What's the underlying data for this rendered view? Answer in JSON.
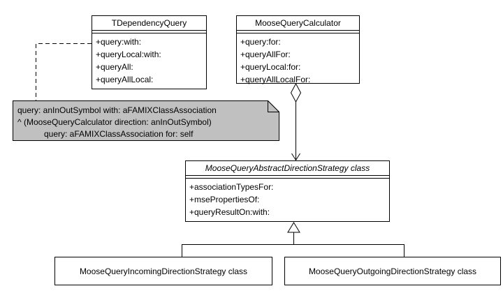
{
  "colors": {
    "background": "#ffffff",
    "line": "#000000",
    "note_fill": "#c0c0c0"
  },
  "classes": {
    "tdependency_query": {
      "title": "TDependencyQuery",
      "methods": [
        "+query:with:",
        "+queryLocal:with:",
        "+queryAll:",
        "+queryAllLocal:"
      ]
    },
    "moose_query_calculator": {
      "title": "MooseQueryCalculator",
      "methods": [
        "+query:for:",
        "+queryAllFor:",
        "+queryLocal:for:",
        "+queryAllLocalFor:"
      ]
    },
    "abstract_direction_strategy": {
      "title": "MooseQueryAbstractDirectionStrategy class",
      "methods": [
        "+associationTypesFor:",
        "+msePropertiesOf:",
        "+queryResultOn:with:"
      ]
    },
    "incoming_direction_strategy": {
      "title": "MooseQueryIncomingDirectionStrategy class"
    },
    "outgoing_direction_strategy": {
      "title": "MooseQueryOutgoingDirectionStrategy class"
    }
  },
  "note": {
    "lines": [
      "query: anInOutSymbol with: aFAMIXClassAssociation",
      "^ (MooseQueryCalculator direction: anInOutSymbol)",
      "query: aFAMIXClassAssociation for: self"
    ]
  }
}
